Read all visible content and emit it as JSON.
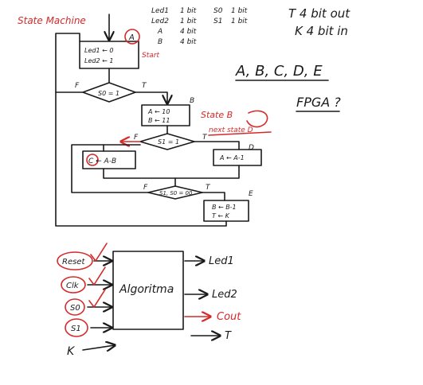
{
  "title": "State Machine",
  "signals": [
    {
      "name": "Led1",
      "width": "1 bit"
    },
    {
      "name": "Led2",
      "width": "1 bit"
    },
    {
      "name": "A",
      "width": "4 bit"
    },
    {
      "name": "B",
      "width": "4 bit"
    },
    {
      "name": "S0",
      "width": "1 bit"
    },
    {
      "name": "S1",
      "width": "1 bit"
    }
  ],
  "notes": {
    "t_out": "T 4 bit out",
    "k_in": "K 4 bit in",
    "states_list": "A, B, C, D, E",
    "fpga": "FPGA ?"
  },
  "flowchart": {
    "state_a": {
      "letter": "A",
      "line1": "Led1 ← 0",
      "line2": "Led2 ← 1",
      "start_note": "Start"
    },
    "decision_s0": {
      "text": "S0 = 1",
      "false_label": "F",
      "true_label": "T"
    },
    "state_b": {
      "letter": "B",
      "line1": "A ← 10",
      "line2": "B ← 11",
      "note": "State B",
      "next_note": "next state D"
    },
    "decision_s1": {
      "text": "S1 = 1",
      "false_label": "F",
      "true_label": "T"
    },
    "state_c": {
      "letter": "C",
      "text": "C ← A-B"
    },
    "state_d": {
      "letter": "D",
      "text": "A ← A-1"
    },
    "decision_both": {
      "text": "S1, S0 = 00",
      "false_label": "F",
      "true_label": "T"
    },
    "state_e": {
      "letter": "E",
      "line1": "B ← B-1",
      "line2": "T ← K"
    }
  },
  "block": {
    "name": "Algoritma",
    "inputs": [
      "Reset",
      "Clk",
      "S0",
      "S1",
      "K"
    ],
    "outputs": [
      "Led1",
      "Led2",
      "Cout",
      "T"
    ]
  }
}
